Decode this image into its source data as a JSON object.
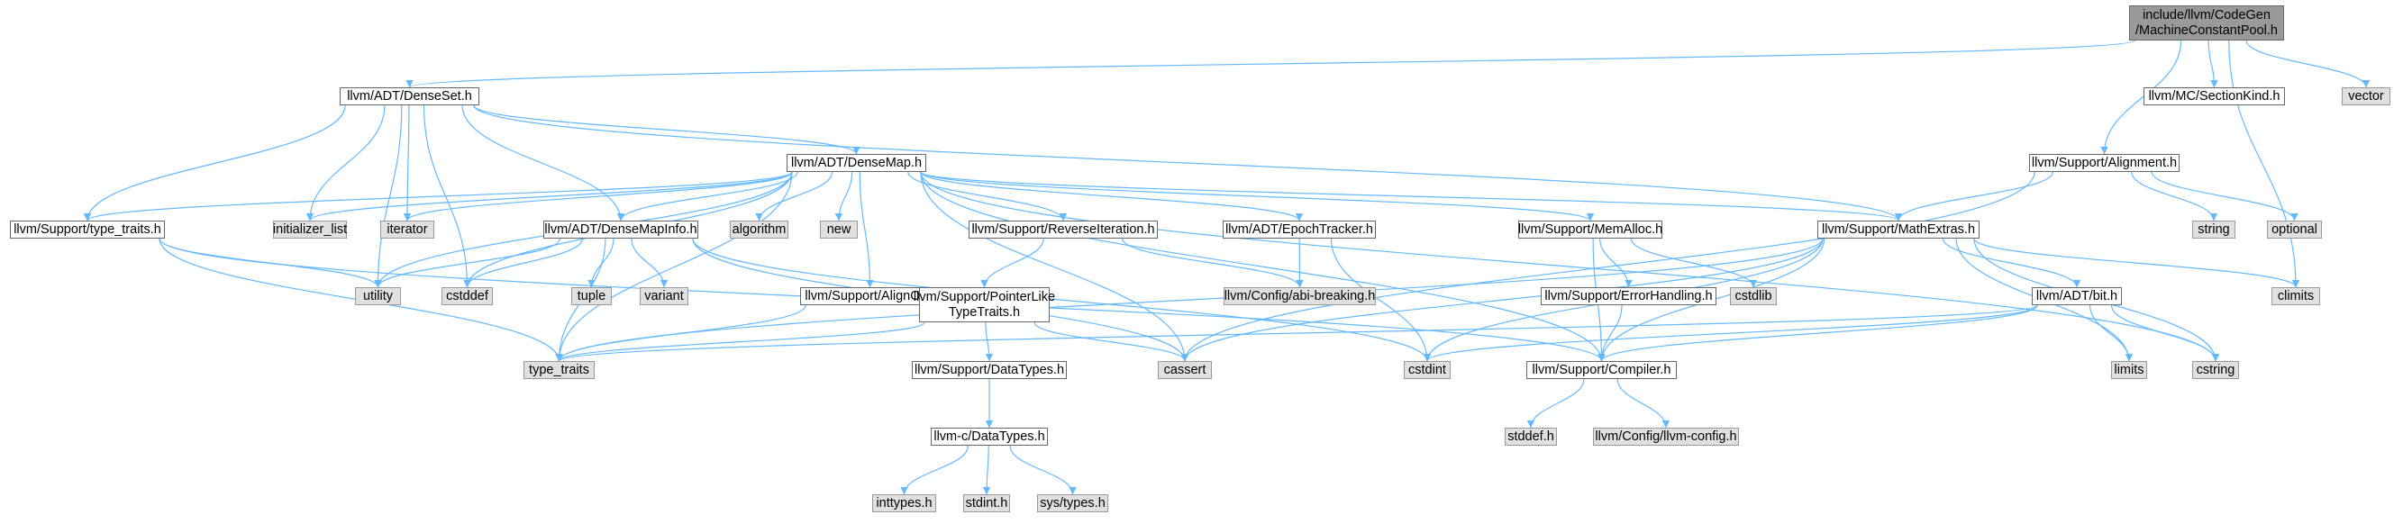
{
  "graph": {
    "edge_color": "#63b8ff",
    "node_colors": {
      "source_fill": "#999999",
      "file_fill": "#ffffff",
      "system_fill": "#e0e0e0",
      "border": "#666666"
    },
    "nodes": [
      {
        "id": "root",
        "label": "include/llvm/CodeGen\n/MachineConstantPool.h",
        "kind": "source"
      },
      {
        "id": "denseset",
        "label": "llvm/ADT/DenseSet.h",
        "kind": "file"
      },
      {
        "id": "sectionkind",
        "label": "llvm/MC/SectionKind.h",
        "kind": "file"
      },
      {
        "id": "vector",
        "label": "vector",
        "kind": "system"
      },
      {
        "id": "densemap",
        "label": "llvm/ADT/DenseMap.h",
        "kind": "file"
      },
      {
        "id": "alignment",
        "label": "llvm/Support/Alignment.h",
        "kind": "file"
      },
      {
        "id": "typetraits_h",
        "label": "llvm/Support/type_traits.h",
        "kind": "file"
      },
      {
        "id": "initlist",
        "label": "initializer_list",
        "kind": "system"
      },
      {
        "id": "iterator",
        "label": "iterator",
        "kind": "system"
      },
      {
        "id": "densemapinfo",
        "label": "llvm/ADT/DenseMapInfo.h",
        "kind": "file"
      },
      {
        "id": "algorithm",
        "label": "algorithm",
        "kind": "system"
      },
      {
        "id": "new",
        "label": "new",
        "kind": "system"
      },
      {
        "id": "reverseiter",
        "label": "llvm/Support/ReverseIteration.h",
        "kind": "file"
      },
      {
        "id": "epochtracker",
        "label": "llvm/ADT/EpochTracker.h",
        "kind": "file"
      },
      {
        "id": "memalloc",
        "label": "llvm/Support/MemAlloc.h",
        "kind": "file"
      },
      {
        "id": "mathextras",
        "label": "llvm/Support/MathExtras.h",
        "kind": "file"
      },
      {
        "id": "string",
        "label": "string",
        "kind": "system"
      },
      {
        "id": "optional",
        "label": "optional",
        "kind": "system"
      },
      {
        "id": "utility",
        "label": "utility",
        "kind": "system"
      },
      {
        "id": "cstddef",
        "label": "cstddef",
        "kind": "system"
      },
      {
        "id": "tuple",
        "label": "tuple",
        "kind": "system"
      },
      {
        "id": "variant",
        "label": "variant",
        "kind": "system"
      },
      {
        "id": "alignof",
        "label": "llvm/Support/AlignOf.h",
        "kind": "file"
      },
      {
        "id": "pointerlike",
        "label": "llvm/Support/PointerLike\nTypeTraits.h",
        "kind": "file"
      },
      {
        "id": "abibreaking",
        "label": "llvm/Config/abi-breaking.h",
        "kind": "system"
      },
      {
        "id": "errorhandling",
        "label": "llvm/Support/ErrorHandling.h",
        "kind": "file"
      },
      {
        "id": "cstdlib",
        "label": "cstdlib",
        "kind": "system"
      },
      {
        "id": "bit",
        "label": "llvm/ADT/bit.h",
        "kind": "file"
      },
      {
        "id": "climits",
        "label": "climits",
        "kind": "system"
      },
      {
        "id": "type_traits",
        "label": "type_traits",
        "kind": "system"
      },
      {
        "id": "cassert",
        "label": "cassert",
        "kind": "system"
      },
      {
        "id": "cstdint",
        "label": "cstdint",
        "kind": "system"
      },
      {
        "id": "compiler",
        "label": "llvm/Support/Compiler.h",
        "kind": "file"
      },
      {
        "id": "limits",
        "label": "limits",
        "kind": "system"
      },
      {
        "id": "cstring",
        "label": "cstring",
        "kind": "system"
      },
      {
        "id": "datatypes_support",
        "label": "llvm/Support/DataTypes.h",
        "kind": "file"
      },
      {
        "id": "stddef",
        "label": "stddef.h",
        "kind": "system"
      },
      {
        "id": "llvmconfig",
        "label": "llvm/Config/llvm-config.h",
        "kind": "system"
      },
      {
        "id": "datatypes_c",
        "label": "llvm-c/DataTypes.h",
        "kind": "file"
      },
      {
        "id": "inttypes",
        "label": "inttypes.h",
        "kind": "system"
      },
      {
        "id": "stdint",
        "label": "stdint.h",
        "kind": "system"
      },
      {
        "id": "systypes",
        "label": "sys/types.h",
        "kind": "system"
      }
    ],
    "edges": [
      [
        "root",
        "denseset"
      ],
      [
        "root",
        "sectionkind"
      ],
      [
        "root",
        "vector"
      ],
      [
        "root",
        "alignment"
      ],
      [
        "root",
        "climits"
      ],
      [
        "denseset",
        "densemap"
      ],
      [
        "denseset",
        "densemapinfo"
      ],
      [
        "denseset",
        "mathextras"
      ],
      [
        "denseset",
        "typetraits_h"
      ],
      [
        "denseset",
        "initlist"
      ],
      [
        "denseset",
        "iterator"
      ],
      [
        "denseset",
        "utility"
      ],
      [
        "denseset",
        "cstddef"
      ],
      [
        "densemap",
        "densemapinfo"
      ],
      [
        "densemap",
        "epochtracker"
      ],
      [
        "densemap",
        "alignof"
      ],
      [
        "densemap",
        "compiler"
      ],
      [
        "densemap",
        "mathextras"
      ],
      [
        "densemap",
        "memalloc"
      ],
      [
        "densemap",
        "reverseiter"
      ],
      [
        "densemap",
        "typetraits_h"
      ],
      [
        "densemap",
        "algorithm"
      ],
      [
        "densemap",
        "cassert"
      ],
      [
        "densemap",
        "cstddef"
      ],
      [
        "densemap",
        "cstring"
      ],
      [
        "densemap",
        "initlist"
      ],
      [
        "densemap",
        "iterator"
      ],
      [
        "densemap",
        "new"
      ],
      [
        "densemap",
        "type_traits"
      ],
      [
        "densemap",
        "utility"
      ],
      [
        "densemapinfo",
        "cassert"
      ],
      [
        "densemapinfo",
        "cstddef"
      ],
      [
        "densemapinfo",
        "cstdint"
      ],
      [
        "densemapinfo",
        "tuple"
      ],
      [
        "densemapinfo",
        "type_traits"
      ],
      [
        "densemapinfo",
        "utility"
      ],
      [
        "densemapinfo",
        "variant"
      ],
      [
        "typetraits_h",
        "type_traits"
      ],
      [
        "typetraits_h",
        "utility"
      ],
      [
        "typetraits_h",
        "compiler"
      ],
      [
        "reverseiter",
        "abibreaking"
      ],
      [
        "reverseiter",
        "pointerlike"
      ],
      [
        "pointerlike",
        "datatypes_support"
      ],
      [
        "pointerlike",
        "cassert"
      ],
      [
        "pointerlike",
        "type_traits"
      ],
      [
        "datatypes_support",
        "datatypes_c"
      ],
      [
        "datatypes_c",
        "inttypes"
      ],
      [
        "datatypes_c",
        "stdint"
      ],
      [
        "datatypes_c",
        "systypes"
      ],
      [
        "epochtracker",
        "abibreaking"
      ],
      [
        "epochtracker",
        "cstdint"
      ],
      [
        "alignof",
        "type_traits"
      ],
      [
        "memalloc",
        "compiler"
      ],
      [
        "memalloc",
        "errorhandling"
      ],
      [
        "memalloc",
        "cstdlib"
      ],
      [
        "errorhandling",
        "compiler"
      ],
      [
        "compiler",
        "llvmconfig"
      ],
      [
        "compiler",
        "stddef"
      ],
      [
        "alignment",
        "mathextras"
      ],
      [
        "alignment",
        "cassert"
      ],
      [
        "alignment",
        "optional"
      ],
      [
        "alignment",
        "string"
      ],
      [
        "mathextras",
        "bit"
      ],
      [
        "mathextras",
        "compiler"
      ],
      [
        "mathextras",
        "cassert"
      ],
      [
        "mathextras",
        "climits"
      ],
      [
        "mathextras",
        "cstdint"
      ],
      [
        "mathextras",
        "cstring"
      ],
      [
        "mathextras",
        "limits"
      ],
      [
        "mathextras",
        "type_traits"
      ],
      [
        "bit",
        "compiler"
      ],
      [
        "bit",
        "cstdint"
      ],
      [
        "bit",
        "cstring"
      ],
      [
        "bit",
        "limits"
      ],
      [
        "bit",
        "type_traits"
      ]
    ]
  }
}
